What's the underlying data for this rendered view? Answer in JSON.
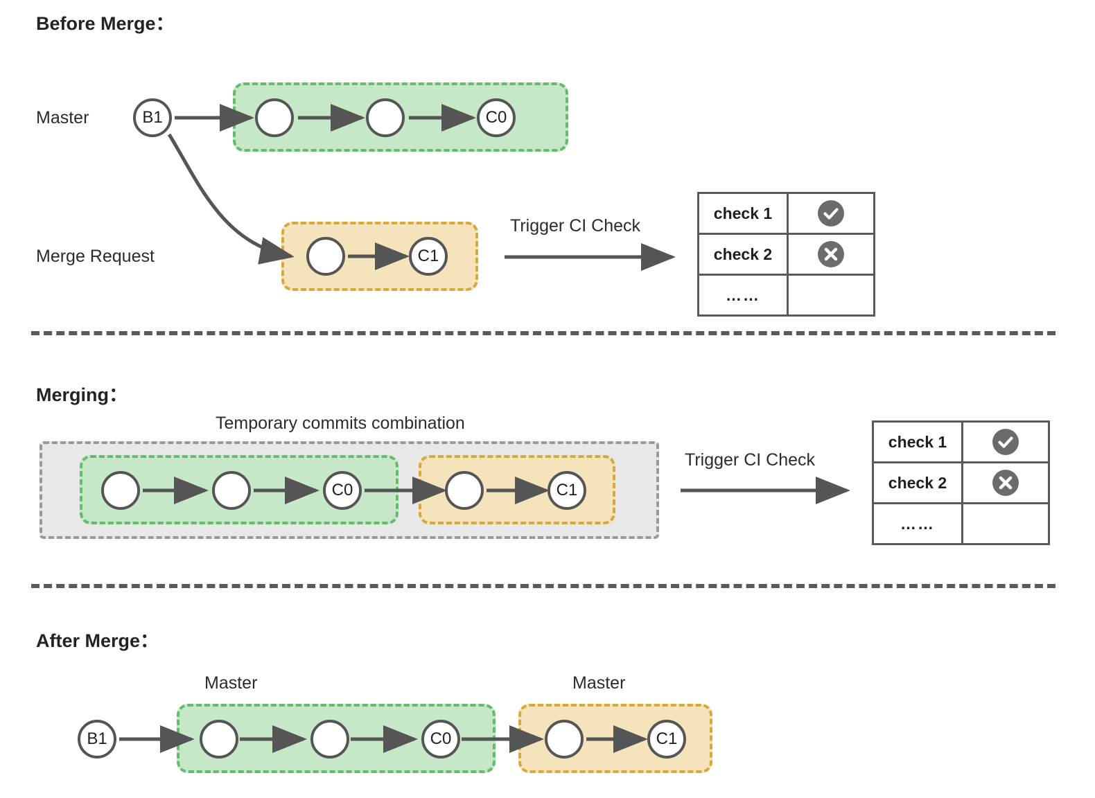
{
  "sections": [
    {
      "id": "before",
      "title": "Before Merge："
    },
    {
      "id": "merging",
      "title": "Merging："
    },
    {
      "id": "after",
      "title": "After Merge："
    }
  ],
  "before": {
    "title": "Before Merge：",
    "branch_label_master": "Master",
    "branch_label_mr": "Merge Request",
    "base_commit": "B1",
    "master_commits": [
      "",
      "",
      "C0"
    ],
    "mr_commits": [
      "",
      "C1"
    ],
    "trigger_label": "Trigger CI Check"
  },
  "merging": {
    "title": "Merging：",
    "combination_label": "Temporary commits combination",
    "master_commits": [
      "",
      "",
      "C0"
    ],
    "mr_commits": [
      "",
      "C1"
    ],
    "trigger_label": "Trigger CI Check"
  },
  "after": {
    "title": "After Merge：",
    "base_commit": "B1",
    "master_label_left": "Master",
    "master_label_right": "Master",
    "green_commits": [
      "",
      "",
      "C0"
    ],
    "orange_commits": [
      "",
      "C1"
    ]
  },
  "ci_table": {
    "rows": [
      {
        "name": "check 1",
        "status": "success"
      },
      {
        "name": "check 2",
        "status": "failure"
      },
      {
        "name": "……",
        "status": "none"
      }
    ]
  },
  "colors": {
    "green_fill": "#c7e7c9",
    "green_border": "#64bb6c",
    "orange_fill": "#f4e3bb",
    "orange_border": "#d6a93a",
    "gray_fill": "#e8e8e8",
    "gray_border": "#999999",
    "stroke": "#555555",
    "text": "#232323",
    "badge": "#6b6b6b"
  }
}
